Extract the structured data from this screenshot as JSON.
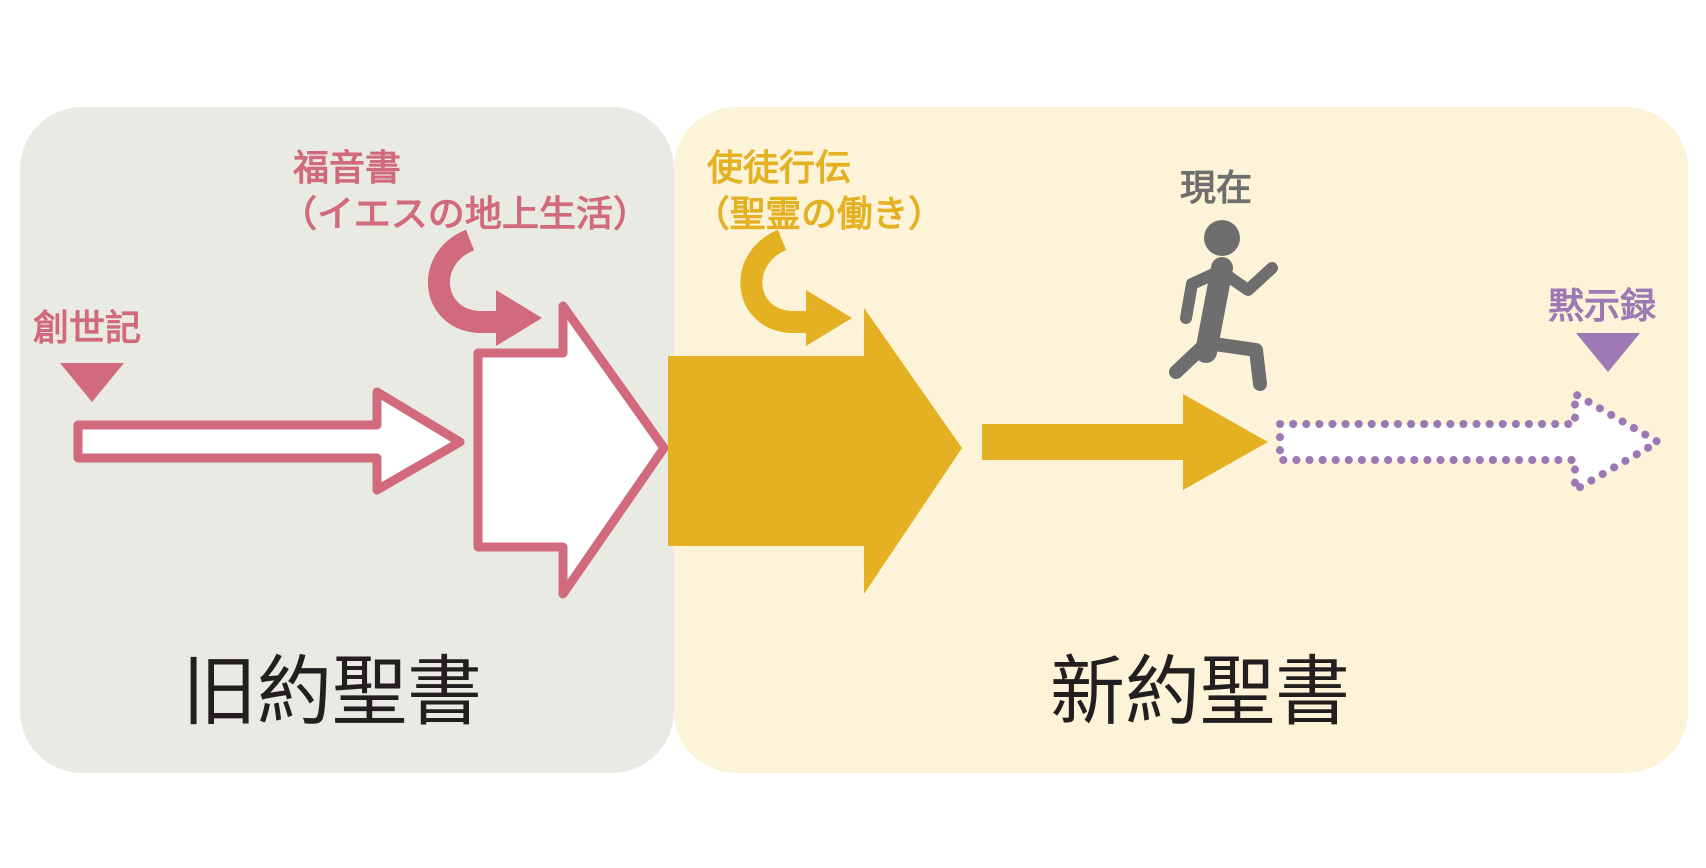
{
  "colors": {
    "old_panel": "#EAEAE4",
    "new_panel": "#FDF3D8",
    "pink": "#D26A7E",
    "gold": "#E3B122",
    "gray": "#6E6E6E",
    "purple": "#9C78B4",
    "dark_text": "#231F20"
  },
  "labels": {
    "genesis": "創世記",
    "gospels": "福音書",
    "gospels_note": "（イエスの地上生活）",
    "acts": "使徒行伝",
    "acts_note": "（聖霊の働き）",
    "present": "現在",
    "revelation": "黙示録"
  },
  "sections": {
    "old_testament": "旧約聖書",
    "new_testament": "新約聖書"
  },
  "icons": {
    "present_figure": "walking-person-icon"
  }
}
